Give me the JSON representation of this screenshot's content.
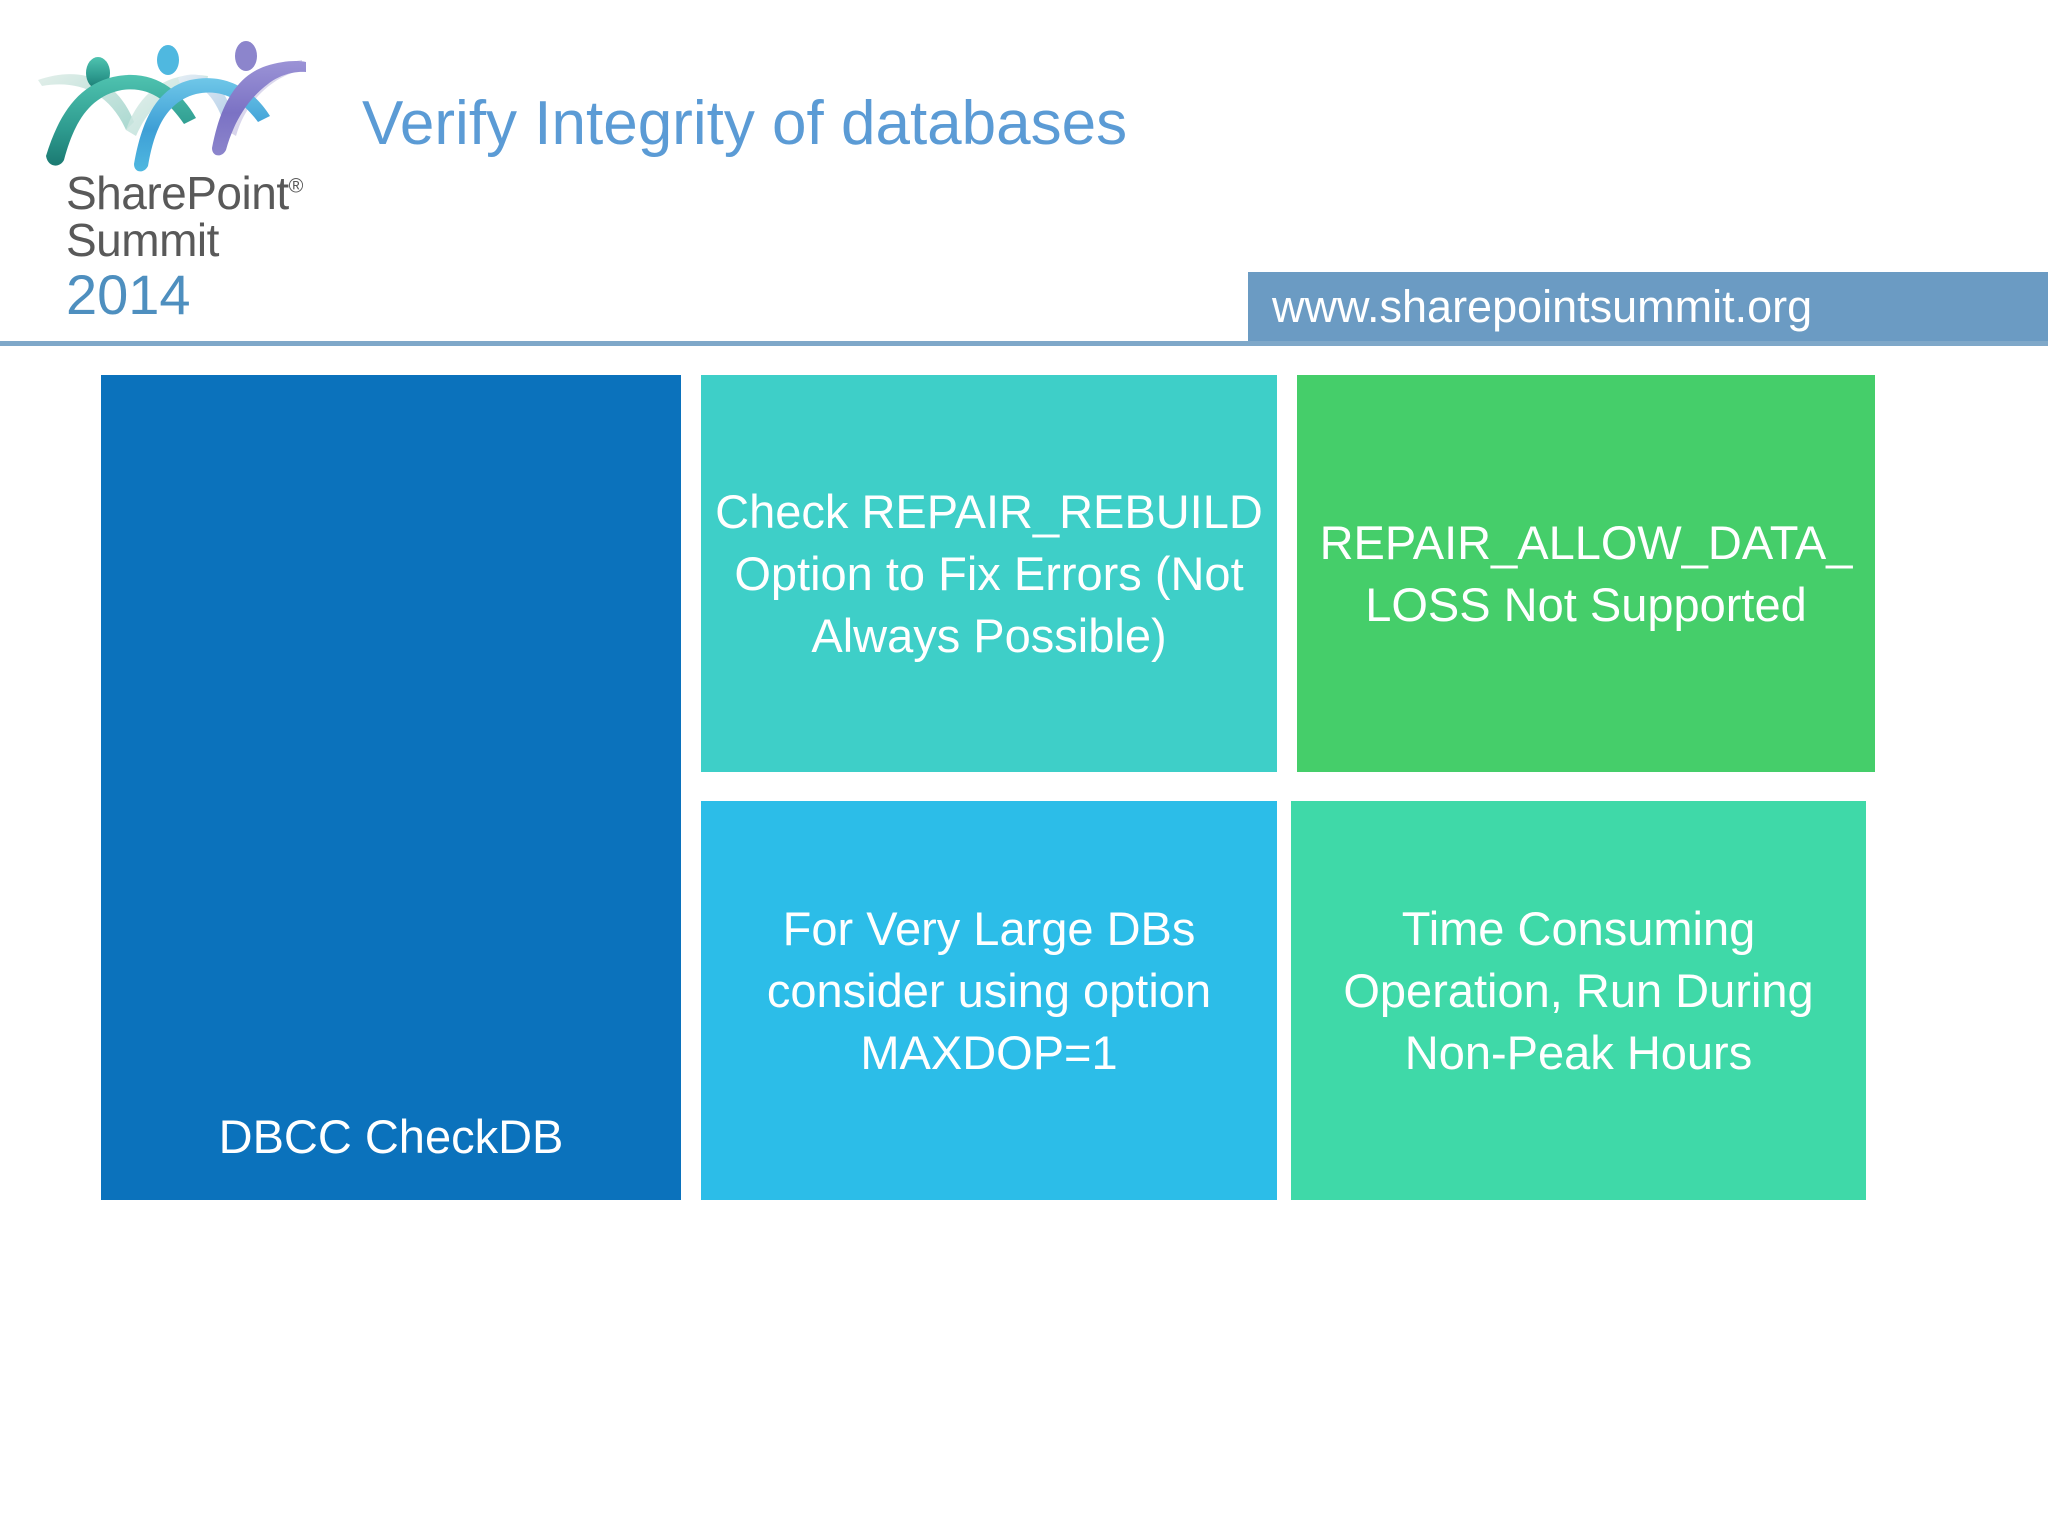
{
  "slide": {
    "title": "Verify Integrity of databases",
    "url_banner": "www.sharepointsummit.org",
    "background_color": "#ffffff",
    "title_color": "#5B9BD5",
    "rule_color": "#7FA8C9",
    "banner_color": "#6B9BC3"
  },
  "logo": {
    "line1": "SharePoint",
    "registered_mark": "®",
    "line2": "Summit",
    "year": "2014",
    "wordmark_color": "#595959",
    "year_color": "#4E8FBF",
    "figure_colors": [
      "#2E9B8F",
      "#3E9FD6",
      "#7B72C4"
    ]
  },
  "tiles": [
    {
      "id": "dbcc-checkdb",
      "label": "DBCC CheckDB",
      "color": "#0B72BC",
      "text_align": "bottom"
    },
    {
      "id": "repair-rebuild",
      "label": "Check REPAIR_REBUILD Option to Fix Errors (Not Always Possible)",
      "color": "#3ECFC8",
      "text_align": "center"
    },
    {
      "id": "repair-allow-data-loss",
      "label": "REPAIR_ALLOW_DATA_\nLOSS Not Supported",
      "color": "#45CE6A",
      "text_align": "center"
    },
    {
      "id": "maxdop",
      "label": "For Very Large DBs consider using option MAXDOP=1",
      "color": "#2CBDE8",
      "text_align": "center"
    },
    {
      "id": "time-consuming",
      "label": "Time Consuming Operation, Run During Non-Peak Hours",
      "color": "#3FD9A8",
      "text_align": "center"
    }
  ]
}
